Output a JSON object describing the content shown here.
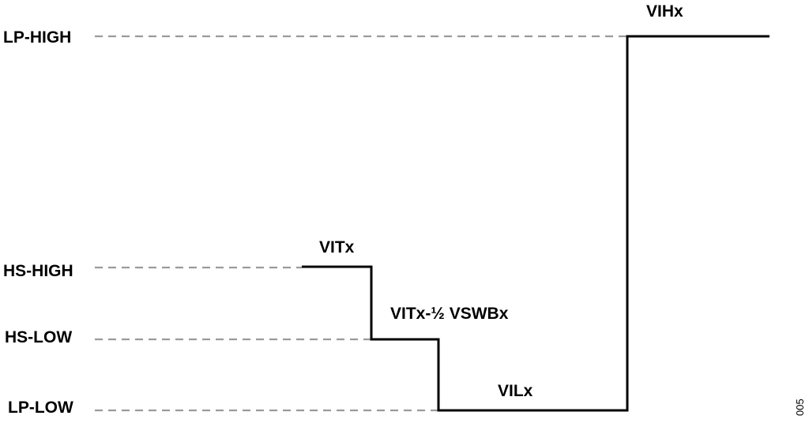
{
  "levels": {
    "lp_high": "LP-HIGH",
    "hs_high": "HS-HIGH",
    "hs_low": "HS-LOW",
    "lp_low": "LP-LOW"
  },
  "annotations": {
    "vihx": "VIHx",
    "vitx": "VITx",
    "vitx_half_vswbx": "VITx-½ VSWBx",
    "vilx": "VILx"
  },
  "figure_number": "005"
}
